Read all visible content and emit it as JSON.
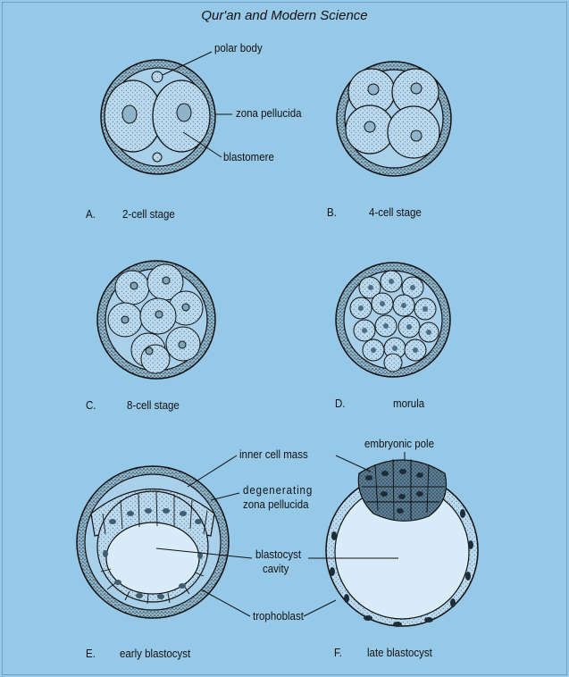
{
  "header": {
    "title": "Qur'an and Modern Science"
  },
  "panels": [
    {
      "letter": "A.",
      "caption": "2-cell stage"
    },
    {
      "letter": "B.",
      "caption": "4-cell stage"
    },
    {
      "letter": "C.",
      "caption": "8-cell stage"
    },
    {
      "letter": "D.",
      "caption": "morula"
    },
    {
      "letter": "E.",
      "caption": "early blastocyst"
    },
    {
      "letter": "F.",
      "caption": "late blastocyst"
    }
  ],
  "labels": {
    "polar_body": "polar body",
    "zona_pellucida": "zona pellucida",
    "blastomere": "blastomere",
    "inner_cell_mass": "inner cell mass",
    "embryonic_pole": "embryonic pole",
    "degenerating_line1": "degenerating",
    "degenerating_line2": "zona pellucida",
    "blastocyst_cavity_line1": "blastocyst",
    "blastocyst_cavity_line2": "cavity",
    "trophoblast": "trophoblast"
  },
  "colors": {
    "background": "#96c8e8",
    "ink": "#111111",
    "cell_fill": "#b9d9ee"
  }
}
